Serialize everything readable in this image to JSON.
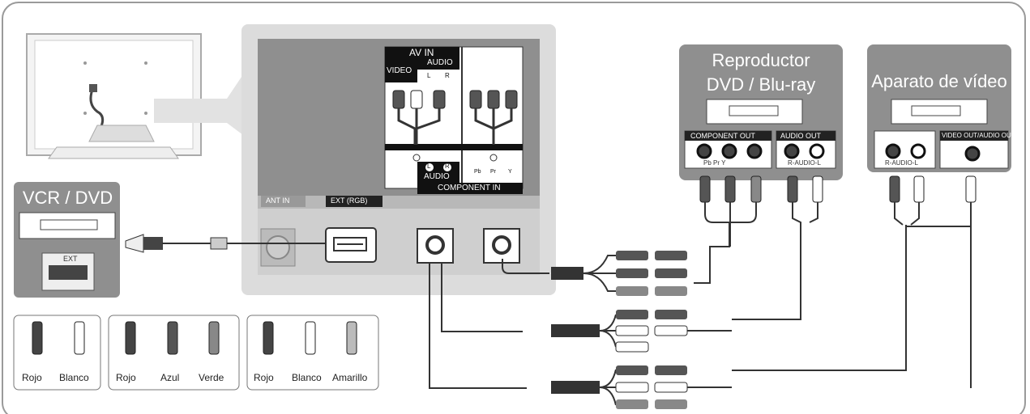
{
  "devices": {
    "vcr_dvd": {
      "title": "VCR / DVD",
      "port": "EXT"
    },
    "bluray": {
      "title_line1": "Reproductor",
      "title_line2": "DVD / Blu-ray",
      "component_out": "COMPONENT OUT",
      "component_ports": "Pb  Pr  Y",
      "audio_out": "AUDIO OUT",
      "audio_ports": "R-AUDIO-L"
    },
    "video_player": {
      "title": "Aparato de vídeo",
      "audio_ports": "R-AUDIO-L",
      "video_out": "VIDEO OUT/AUDIO OUT"
    }
  },
  "tv_panel": {
    "av_in": "AV IN",
    "video": "VIDEO",
    "audio_top": "AUDIO",
    "audio_l": "L",
    "audio_r": "R",
    "audio_bottom": "AUDIO",
    "component_in": "COMPONENT IN",
    "ant_in": "ANT IN",
    "ext_rgb": "EXT (RGB)",
    "comp_pb": "Pb",
    "comp_pr": "Pr",
    "comp_y": "Y"
  },
  "legend": {
    "group1": [
      "Rojo",
      "Blanco"
    ],
    "group2": [
      "Rojo",
      "Azul",
      "Verde"
    ],
    "group3": [
      "Rojo",
      "Blanco",
      "Amarillo"
    ]
  },
  "colors": {
    "panel_gray": "#8f8f8f",
    "panel_light": "#dcdcdc",
    "cable_dark": "#3a3a3a",
    "line": "#333333"
  }
}
